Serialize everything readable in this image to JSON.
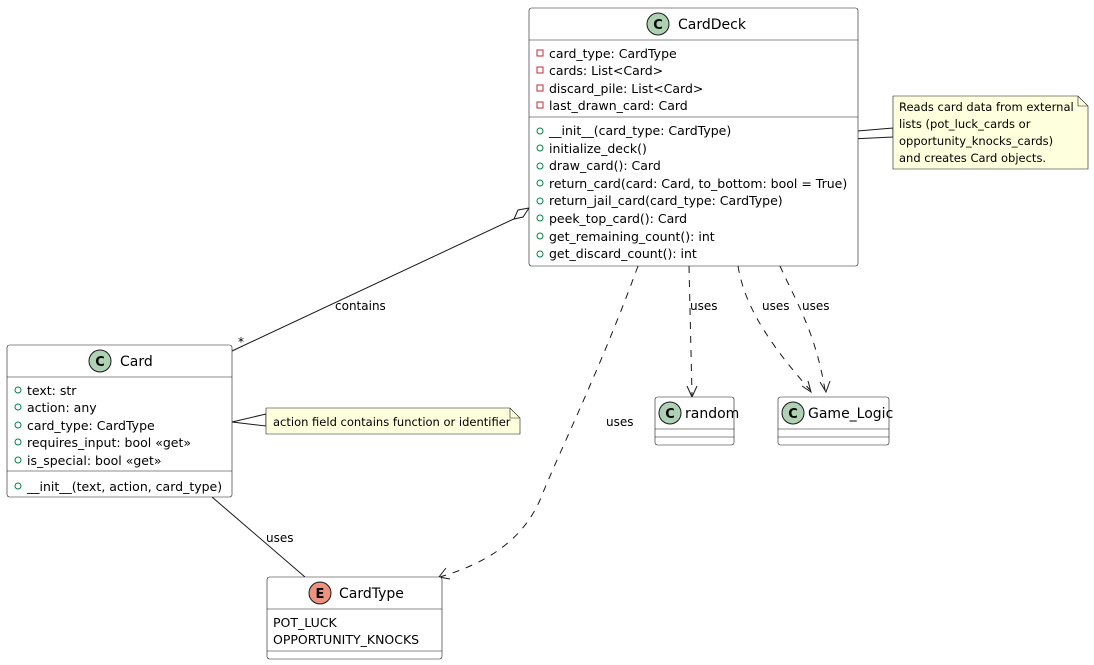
{
  "classes": {
    "carddeck": {
      "name": "CardDeck",
      "stereotype_letter": "C",
      "attributes": [
        "card_type: CardType",
        "cards: List<Card>",
        "discard_pile: List<Card>",
        "last_drawn_card: Card"
      ],
      "methods": [
        "__init__(card_type: CardType)",
        "initialize_deck()",
        "draw_card(): Card",
        "return_card(card: Card, to_bottom: bool = True)",
        "return_jail_card(card_type: CardType)",
        "peek_top_card(): Card",
        "get_remaining_count(): int",
        "get_discard_count(): int"
      ]
    },
    "card": {
      "name": "Card",
      "stereotype_letter": "C",
      "attributes": [
        "text: str",
        "action: any",
        "card_type: CardType",
        "requires_input: bool «get»",
        "is_special: bool «get»"
      ],
      "methods": [
        "__init__(text, action, card_type)"
      ]
    },
    "random": {
      "name": "random",
      "stereotype_letter": "C"
    },
    "game_logic": {
      "name": "Game_Logic",
      "stereotype_letter": "C"
    },
    "cardtype": {
      "name": "CardType",
      "stereotype_letter": "E",
      "values": [
        "POT_LUCK",
        "OPPORTUNITY_KNOCKS"
      ]
    }
  },
  "notes": {
    "deck_note": [
      "Reads card data from external",
      "lists (pot_luck_cards or",
      "opportunity_knocks_cards)",
      "and creates Card objects."
    ],
    "card_note": [
      "action field contains function or identifier"
    ]
  },
  "relations": {
    "contains_label": "contains",
    "contains_multiplicity": "*",
    "uses_labels": [
      "uses",
      "uses",
      "uses",
      "uses",
      "uses"
    ]
  },
  "colors": {
    "class_circle": "#ADD1B2",
    "enum_circle": "#EB937F",
    "note_fill": "#FEFFDD",
    "private_marker": "#C82930",
    "public_marker": "#038048"
  }
}
